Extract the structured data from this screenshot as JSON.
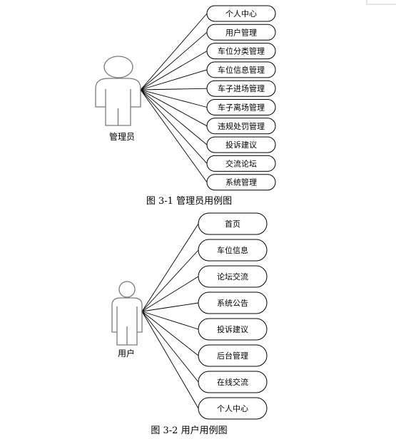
{
  "diagrams": [
    {
      "actor": "管理员",
      "use_cases": [
        "个人中心",
        "用户管理",
        "车位分类管理",
        "车位信息管理",
        "车子进场管理",
        "车子离场管理",
        "违规处罚管理",
        "投诉建议",
        "交流论坛",
        "系统管理"
      ],
      "caption": "图 3-1  管理员用例图"
    },
    {
      "actor": "用户",
      "use_cases": [
        "首页",
        "车位信息",
        "论坛交流",
        "系统公告",
        "投诉建议",
        "后台管理",
        "在线交流",
        "个人中心"
      ],
      "caption": "图 3-2  用户用例图"
    }
  ],
  "colors": {
    "line": "#000000",
    "actor": "#7a7a7a",
    "background": "#ffffff"
  }
}
